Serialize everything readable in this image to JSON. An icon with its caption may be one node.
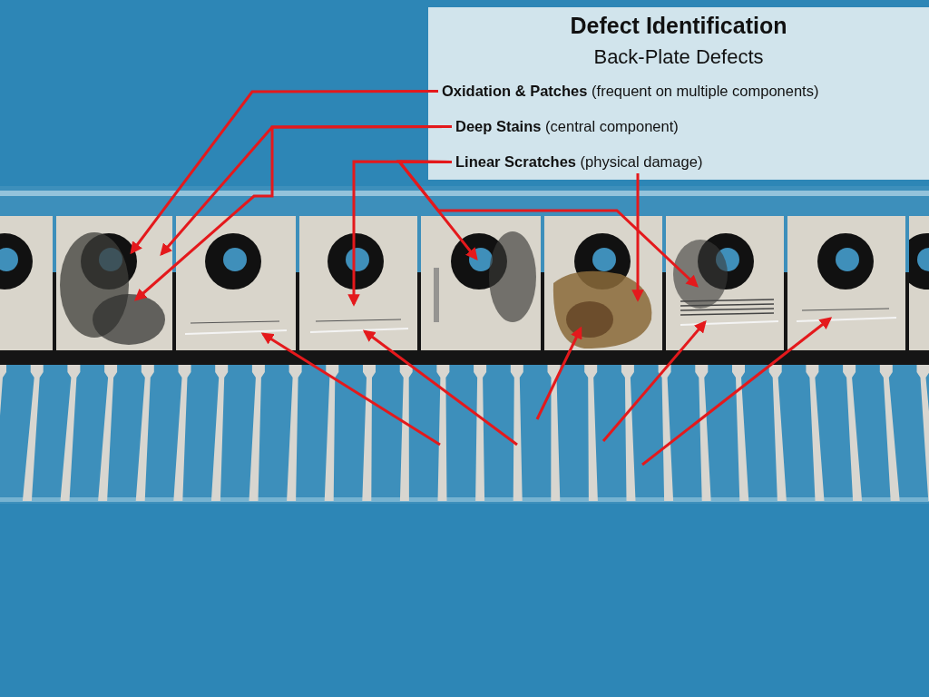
{
  "diagram": {
    "nodes": [
      {
        "text": [
          "Defect Identification",
          "Back-Plate Defects"
        ]
      },
      {
        "text": [
          "**Oxidation & Patches** (frequent on multiple components)"
        ],
        "in": 0
      },
      {
        "text": [
          "**Deep Stains** (central component)"
        ],
        "in": 0
      },
      {
        "text": [
          "**Linear Scratches** (physical damage)"
        ],
        "in": 0
      },
      {
        "text": [],
        "shape": "picture"
      },
      {
        "text": [],
        "shape": "picture"
      },
      {
        "text": [],
        "shape": "picture"
      },
      {
        "text": [],
        "shape": "picture"
      },
      {
        "text": [],
        "shape": "picture"
      },
      {
        "text": [],
        "shape": "picture"
      },
      {
        "text": [],
        "shape": "picture"
      }
    ],
    "edges": [
      {
        "from": 1,
        "to": 4,
        "arrow": "to"
      },
      {
        "from": 2,
        "to": 4,
        "arrow": "to"
      },
      {
        "from": 2,
        "to": 4,
        "arrow": "to"
      },
      {
        "from": 3,
        "to": 6,
        "arrow": "to"
      },
      {
        "from": 3,
        "to": 7,
        "arrow": "to"
      },
      {
        "from": 3,
        "to": 9,
        "arrow": "to"
      },
      {
        "from": 3,
        "to": 8,
        "arrow": "to"
      },
      {
        "from": null,
        "to": 5,
        "arrow": "to"
      },
      {
        "from": null,
        "to": 6,
        "arrow": "to"
      },
      {
        "from": null,
        "to": 8,
        "arrow": "to"
      },
      {
        "from": null,
        "to": 9,
        "arrow": "to"
      },
      {
        "from": null,
        "to": 10,
        "arrow": "to"
      }
    ]
  }
}
